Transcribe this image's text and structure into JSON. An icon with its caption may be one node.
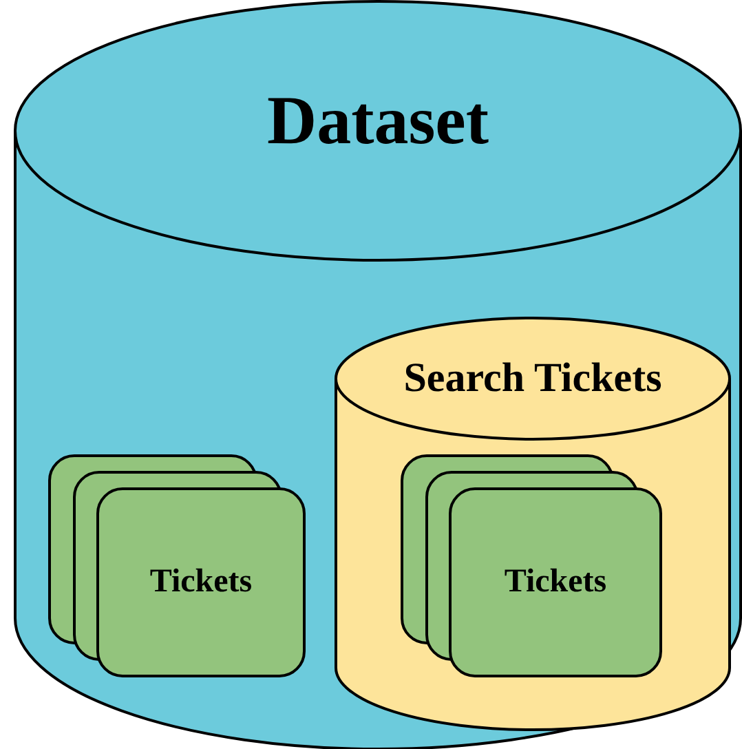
{
  "diagram": {
    "nodes": [
      {
        "text": [
          "Dataset"
        ]
      },
      {
        "text": [
          "Tickets"
        ],
        "in": 0
      },
      {
        "text": [
          "Search Tickets"
        ],
        "in": 0
      },
      {
        "text": [
          "Tickets"
        ],
        "in": 2
      }
    ]
  }
}
